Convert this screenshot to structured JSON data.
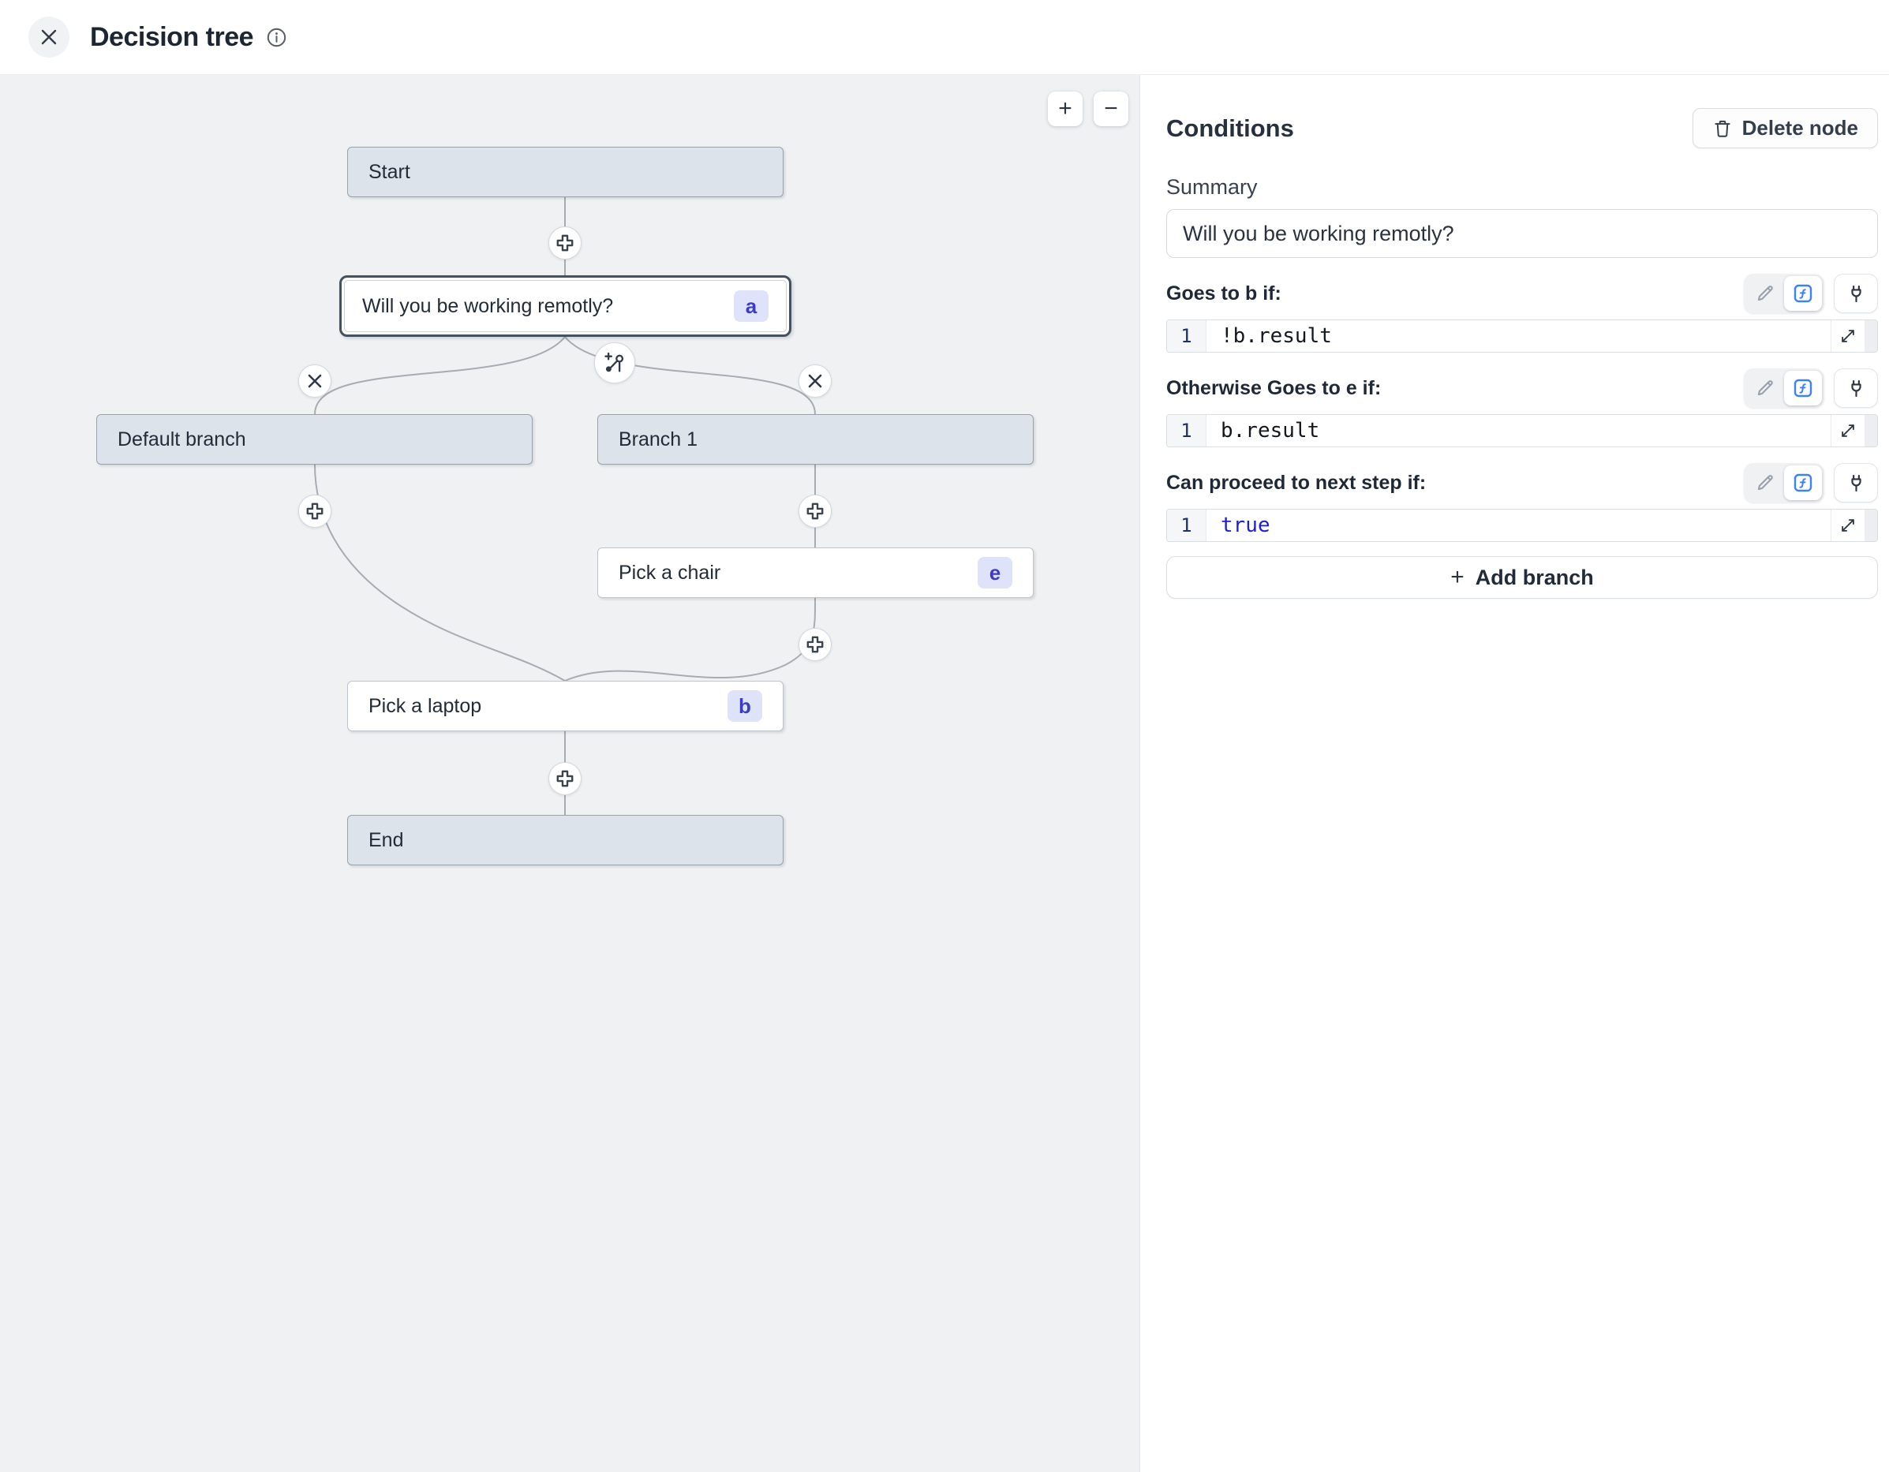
{
  "header": {
    "title": "Decision tree"
  },
  "canvas": {
    "zoom_in": "+",
    "zoom_out": "−",
    "nodes": [
      {
        "label": "Start"
      },
      {
        "label": "Will you be working remotly?",
        "badge": "a"
      },
      {
        "label": "Default branch"
      },
      {
        "label": "Branch 1"
      },
      {
        "label": "Pick a chair",
        "badge": "e"
      },
      {
        "label": "Pick a laptop",
        "badge": "b"
      },
      {
        "label": "End"
      }
    ]
  },
  "panel": {
    "heading": "Conditions",
    "delete_button": "Delete node",
    "summary_label": "Summary",
    "summary_value": "Will you be working remotly?",
    "sections": [
      {
        "label": "Goes to b if:",
        "line_number": "1",
        "code": "!b.result"
      },
      {
        "label": "Otherwise Goes to e if:",
        "line_number": "1",
        "code": "b.result"
      },
      {
        "label": "Can proceed to next step if:",
        "line_number": "1",
        "code": "true"
      }
    ],
    "add_branch_plus": "+",
    "add_branch_label": "Add branch"
  },
  "colors": {
    "accent_blue": "#3b82f6",
    "keyword_blue": "#1f1fd1",
    "badge_bg": "#dee3fa",
    "badge_text": "#3d3dc4",
    "node_fill": "#dce3ea",
    "canvas_bg": "#eff1f3",
    "selected_border": "#46515f"
  },
  "icons": {
    "close": "x",
    "info": "i",
    "add_step": "plus-circle",
    "delete_edge": "x-circle",
    "add_branch_split": "branch-plus",
    "edit": "pencil",
    "code_mode": "function-f",
    "connector": "plug",
    "expand": "diagonal-arrows",
    "delete_node": "trash"
  }
}
